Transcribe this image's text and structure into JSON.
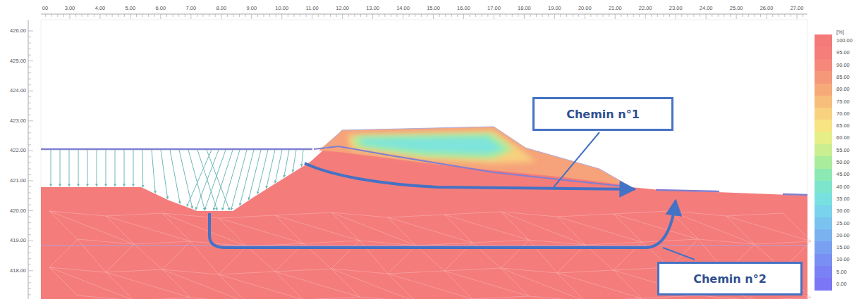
{
  "diagram": {
    "nodes": [
      {
        "text": [
          "Chemin n°1"
        ]
      },
      {
        "text": [
          "Chemin n°2"
        ]
      }
    ],
    "labels": [
      "00",
      "3.00",
      "4.00",
      "5.00",
      "6.00",
      "7.00",
      "8.00",
      "9.00",
      "10.00",
      "11.00",
      "12.00",
      "13.00",
      "14.00",
      "15.00",
      "16.00",
      "17.00",
      "18.00",
      "19.00",
      "20.00",
      "21.00",
      "22.00",
      "23.00",
      "24.00",
      "25.00",
      "26.00",
      "27.00",
      "426.00",
      "425.00",
      "424.00",
      "423.00",
      "422.00",
      "421.00",
      "420.00",
      "419.00",
      "418.00",
      "[%]"
    ],
    "legend": [
      {
        "text": "100.00",
        "color": "#f47a7a"
      },
      {
        "text": "95.00",
        "color": "#f47e79"
      },
      {
        "text": "90.00",
        "color": "#f5887a"
      },
      {
        "text": "85.00",
        "color": "#f5987a"
      },
      {
        "text": "80.00",
        "color": "#f6aa7a"
      },
      {
        "text": "75.00",
        "color": "#f7bd7b"
      },
      {
        "text": "70.00",
        "color": "#f8d27e"
      },
      {
        "text": "65.00",
        "color": "#f6e582"
      },
      {
        "text": "60.00",
        "color": "#e6ee88"
      },
      {
        "text": "55.00",
        "color": "#c9ef90"
      },
      {
        "text": "50.00",
        "color": "#a9ed9c"
      },
      {
        "text": "45.00",
        "color": "#8de9b4"
      },
      {
        "text": "40.00",
        "color": "#7de5cc"
      },
      {
        "text": "35.00",
        "color": "#79e0e0"
      },
      {
        "text": "30.00",
        "color": "#79d3ec"
      },
      {
        "text": "25.00",
        "color": "#7ac3ef"
      },
      {
        "text": "20.00",
        "color": "#7ab2f0"
      },
      {
        "text": "15.00",
        "color": "#7aa0f1"
      },
      {
        "text": "10.00",
        "color": "#7a8ff3"
      },
      {
        "text": "5.00",
        "color": "#7a81f4"
      },
      {
        "text": "0.00",
        "color": "#7b76f5"
      }
    ]
  }
}
